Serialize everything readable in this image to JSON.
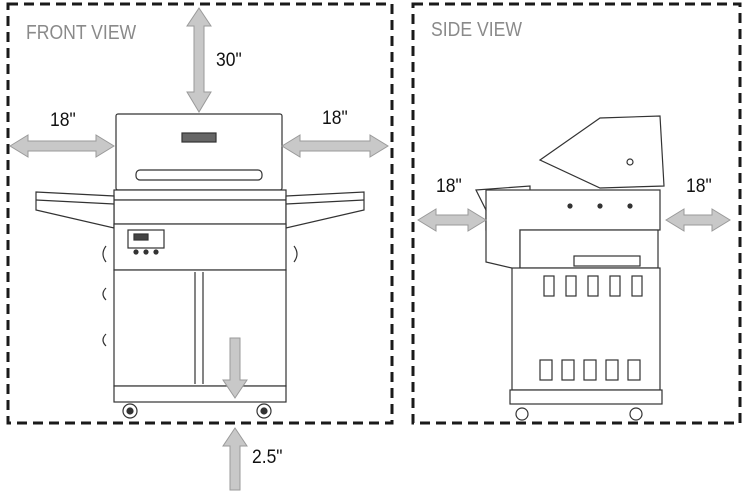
{
  "front_view": {
    "label": "FRONT VIEW",
    "clearance_top": "30\"",
    "clearance_left": "18\"",
    "clearance_right": "18\"",
    "clearance_bottom": "2.5\""
  },
  "side_view": {
    "label": "SIDE VIEW",
    "clearance_left": "18\"",
    "clearance_right": "18\""
  },
  "colors": {
    "border": "#1a1a1a",
    "arrow": "#c8c8c8",
    "arrow_stroke": "#9a9a9a",
    "label_gray": "#8a8a8a",
    "line": "#333333"
  }
}
